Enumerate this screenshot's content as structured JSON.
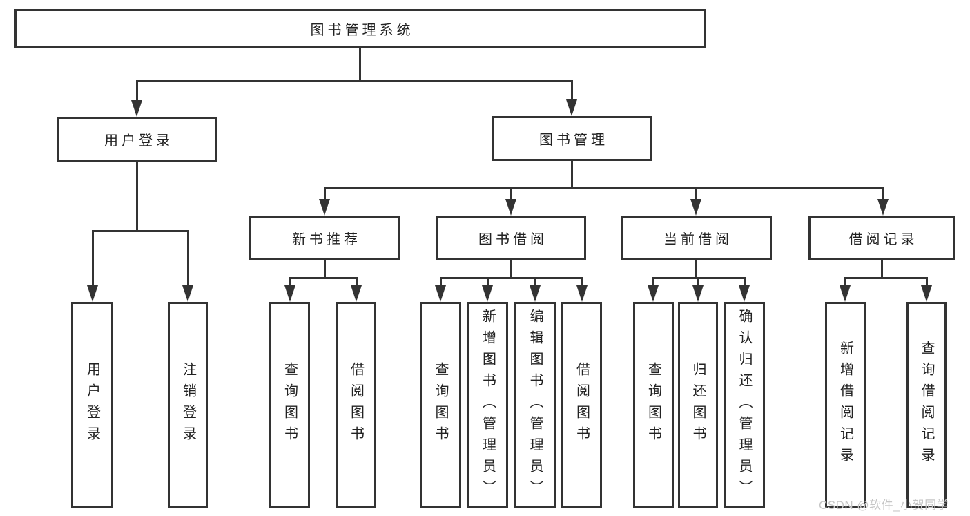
{
  "diagram": {
    "title": "图书管理系统",
    "kind": "hierarchy-function-structure"
  },
  "nodes": {
    "root": {
      "label": "图书管理系统"
    },
    "user_login": {
      "label": "用户登录"
    },
    "book_management": {
      "label": "图书管理"
    },
    "new_book": {
      "label": "新书推荐"
    },
    "book_borrow": {
      "label": "图书借阅"
    },
    "current_borrow": {
      "label": "当前借阅"
    },
    "borrow_record": {
      "label": "借阅记录"
    },
    "ul_user_login": {
      "label": "用户登录"
    },
    "ul_logout": {
      "label": "注销登录"
    },
    "nb_query": {
      "label": "查询图书"
    },
    "nb_borrow": {
      "label": "借阅图书"
    },
    "bb_query": {
      "label": "查询图书"
    },
    "bb_add": {
      "label": "新增图书（管理员）"
    },
    "bb_edit": {
      "label": "编辑图书（管理员）"
    },
    "bb_borrow": {
      "label": "借阅图书"
    },
    "cb_query": {
      "label": "查询图书"
    },
    "cb_return": {
      "label": "归还图书"
    },
    "cb_confirm": {
      "label": "确认归还（管理员）"
    },
    "br_add": {
      "label": "新增借阅记录"
    },
    "br_query": {
      "label": "查询借阅记录"
    }
  },
  "edges": [
    [
      "root",
      "user_login"
    ],
    [
      "root",
      "book_management"
    ],
    [
      "user_login",
      "ul_user_login"
    ],
    [
      "user_login",
      "ul_logout"
    ],
    [
      "book_management",
      "new_book"
    ],
    [
      "book_management",
      "book_borrow"
    ],
    [
      "book_management",
      "current_borrow"
    ],
    [
      "book_management",
      "borrow_record"
    ],
    [
      "new_book",
      "nb_query"
    ],
    [
      "new_book",
      "nb_borrow"
    ],
    [
      "book_borrow",
      "bb_query"
    ],
    [
      "book_borrow",
      "bb_add"
    ],
    [
      "book_borrow",
      "bb_edit"
    ],
    [
      "book_borrow",
      "bb_borrow"
    ],
    [
      "current_borrow",
      "cb_query"
    ],
    [
      "current_borrow",
      "cb_return"
    ],
    [
      "current_borrow",
      "cb_confirm"
    ],
    [
      "borrow_record",
      "br_add"
    ],
    [
      "borrow_record",
      "br_query"
    ]
  ],
  "watermark": {
    "text": "CSDN @软件_小贺同学",
    "color": "#c6c6c6"
  },
  "colors": {
    "stroke": "#333333",
    "text": "#222222",
    "background": "#ffffff"
  }
}
